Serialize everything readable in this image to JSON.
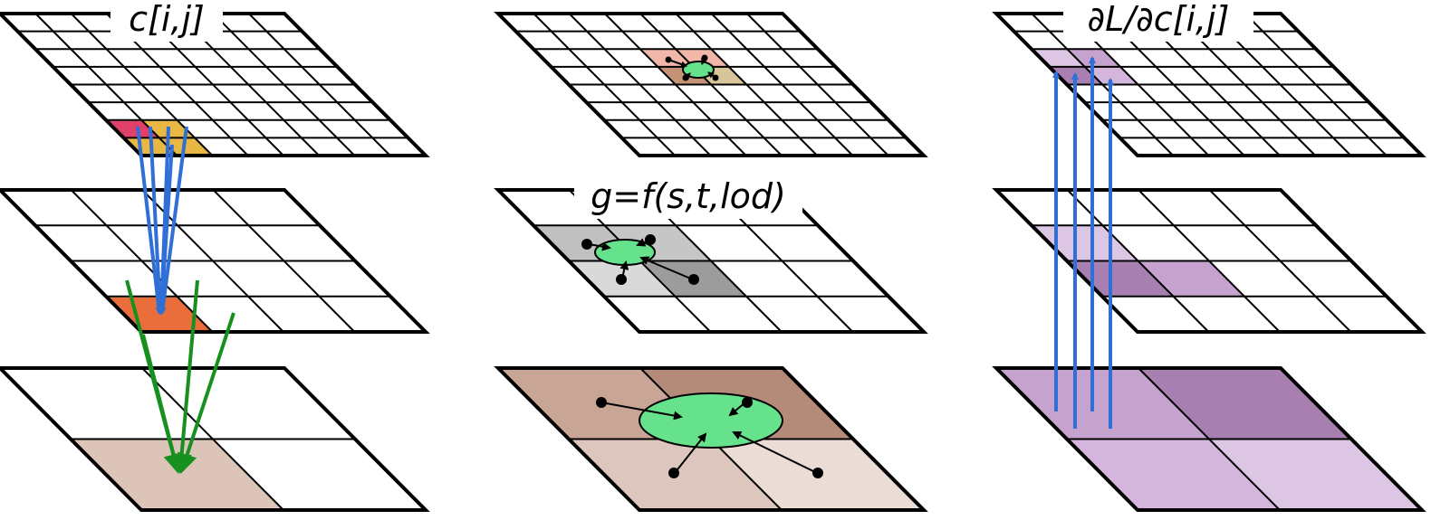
{
  "labels": {
    "left_title": "c[i,j]",
    "middle_title": "g=f(s,t,lod)",
    "right_title": "∂L/∂c[i,j]"
  },
  "colors": {
    "grid_line": "#000000",
    "red_cell": "#e0406a",
    "yellow_cell": "#e8b842",
    "orange_cell": "#ea6e3c",
    "tan_cell": "#dcc5b8",
    "blue_arrow": "#2f6fd6",
    "green_arrow": "#17901f",
    "ellipse_fill": "#66e28c",
    "gray_light": "#d9d9d9",
    "gray_mid": "#c0c0c0",
    "gray_dark": "#9c9c9c",
    "brown_dark": "#b48a78",
    "brown_mid": "#c9a596",
    "brown_light": "#dcc6bd",
    "brown_pale": "#ebdcd6",
    "purple_dark": "#a87fb1",
    "purple_mid": "#c6a3cf",
    "purple_light": "#d4b6dc",
    "purple_pale": "#ddc6e3"
  }
}
